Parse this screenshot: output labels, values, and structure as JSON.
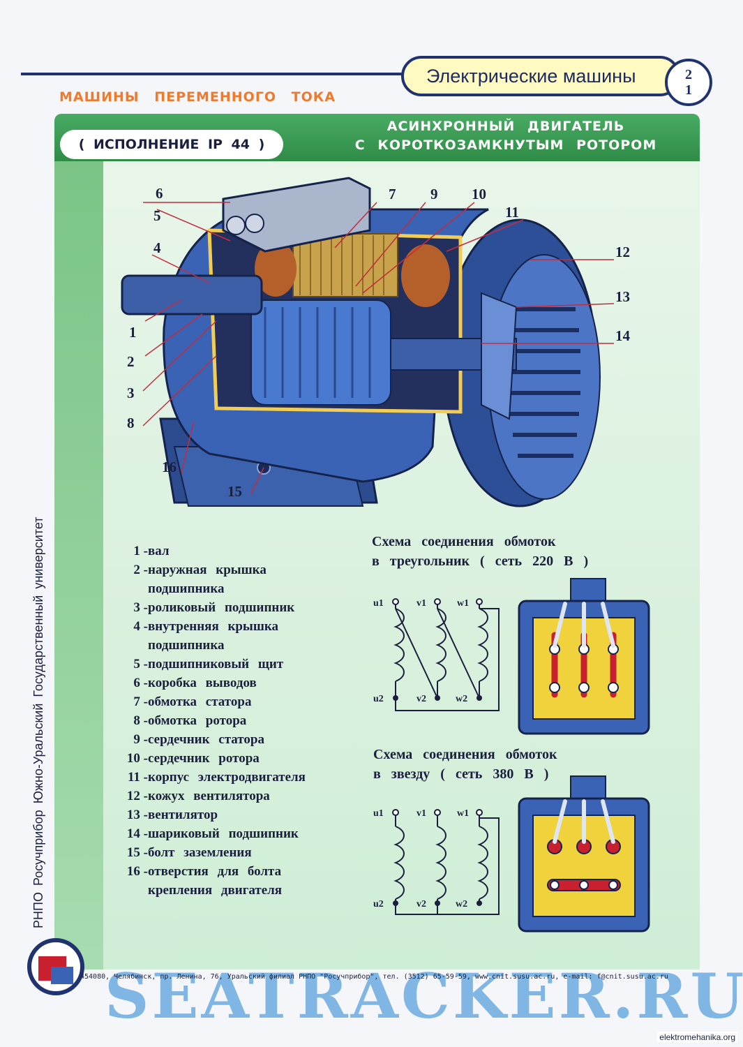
{
  "header": {
    "title": "Электрические машины",
    "page_number": [
      "2",
      "1"
    ],
    "heading": "МАШИНЫ ПЕРЕМЕННОГО ТОКА",
    "version": "( ИСПОЛНЕНИЕ IP 44 )",
    "section_title": [
      "АСИНХРОННЫЙ ДВИГАТЕЛЬ",
      "С КОРОТКОЗАМКНУТЫМ РОТОРОМ"
    ]
  },
  "side_text": "РНПО Росучприбор Южно-Уральский Государственный университет",
  "callouts": [
    "1",
    "2",
    "3",
    "4",
    "5",
    "6",
    "7",
    "8",
    "9",
    "10",
    "11",
    "12",
    "13",
    "14",
    "15",
    "16"
  ],
  "legend": [
    {
      "num": "1 -",
      "lines": [
        "вал"
      ]
    },
    {
      "num": "2 -",
      "lines": [
        "наружная крышка",
        "подшипника"
      ]
    },
    {
      "num": "3 -",
      "lines": [
        "роликовый подшипник"
      ]
    },
    {
      "num": "4 -",
      "lines": [
        "внутренняя крышка",
        "подшипника"
      ]
    },
    {
      "num": "5 -",
      "lines": [
        "подшипниковый щит"
      ]
    },
    {
      "num": "6 -",
      "lines": [
        "коробка выводов"
      ]
    },
    {
      "num": "7 -",
      "lines": [
        "обмотка статора"
      ]
    },
    {
      "num": "8 -",
      "lines": [
        "обмотка ротора"
      ]
    },
    {
      "num": "9 -",
      "lines": [
        "сердечник статора"
      ]
    },
    {
      "num": "10 -",
      "lines": [
        "сердечник ротора"
      ]
    },
    {
      "num": "11 -",
      "lines": [
        "корпус электродвигателя"
      ]
    },
    {
      "num": "12 -",
      "lines": [
        "кожух вентилятора"
      ]
    },
    {
      "num": "13 -",
      "lines": [
        "вентилятор"
      ]
    },
    {
      "num": "14 -",
      "lines": [
        "шариковый подшипник"
      ]
    },
    {
      "num": "15 -",
      "lines": [
        "болт заземления"
      ]
    },
    {
      "num": "16 -",
      "lines": [
        "отверстия для болта",
        "крепления двигателя"
      ]
    }
  ],
  "scheme_delta": {
    "title": [
      "Схема соединения обмоток",
      "в треугольник ( сеть 220 В )"
    ],
    "terminals_top": [
      "u1",
      "v1",
      "w1"
    ],
    "terminals_bottom": [
      "u2",
      "v2",
      "w2"
    ]
  },
  "scheme_star": {
    "title": [
      "Схема соединения обмоток",
      "в звезду ( сеть 380 В )"
    ],
    "terminals_top": [
      "u1",
      "v1",
      "w1"
    ],
    "terminals_bottom": [
      "u2",
      "v2",
      "w2"
    ]
  },
  "footer": "454080, Челябинск, пр. Ленина, 76, Уральский филиал РНПО \"Росучприбор\", тел. (3512) 65-59-59, www.cnit.susu.ac.ru, e-mail: f@cnit.susu.ac.ru",
  "watermark": "SEATRACKER.RU",
  "site": "elektromehanika.org",
  "colors": {
    "navy": "#21336f",
    "green": "#2f8c47",
    "orange": "#f07a2b",
    "motor_blue": "#3a63b5",
    "winding_red": "#c8202e"
  }
}
